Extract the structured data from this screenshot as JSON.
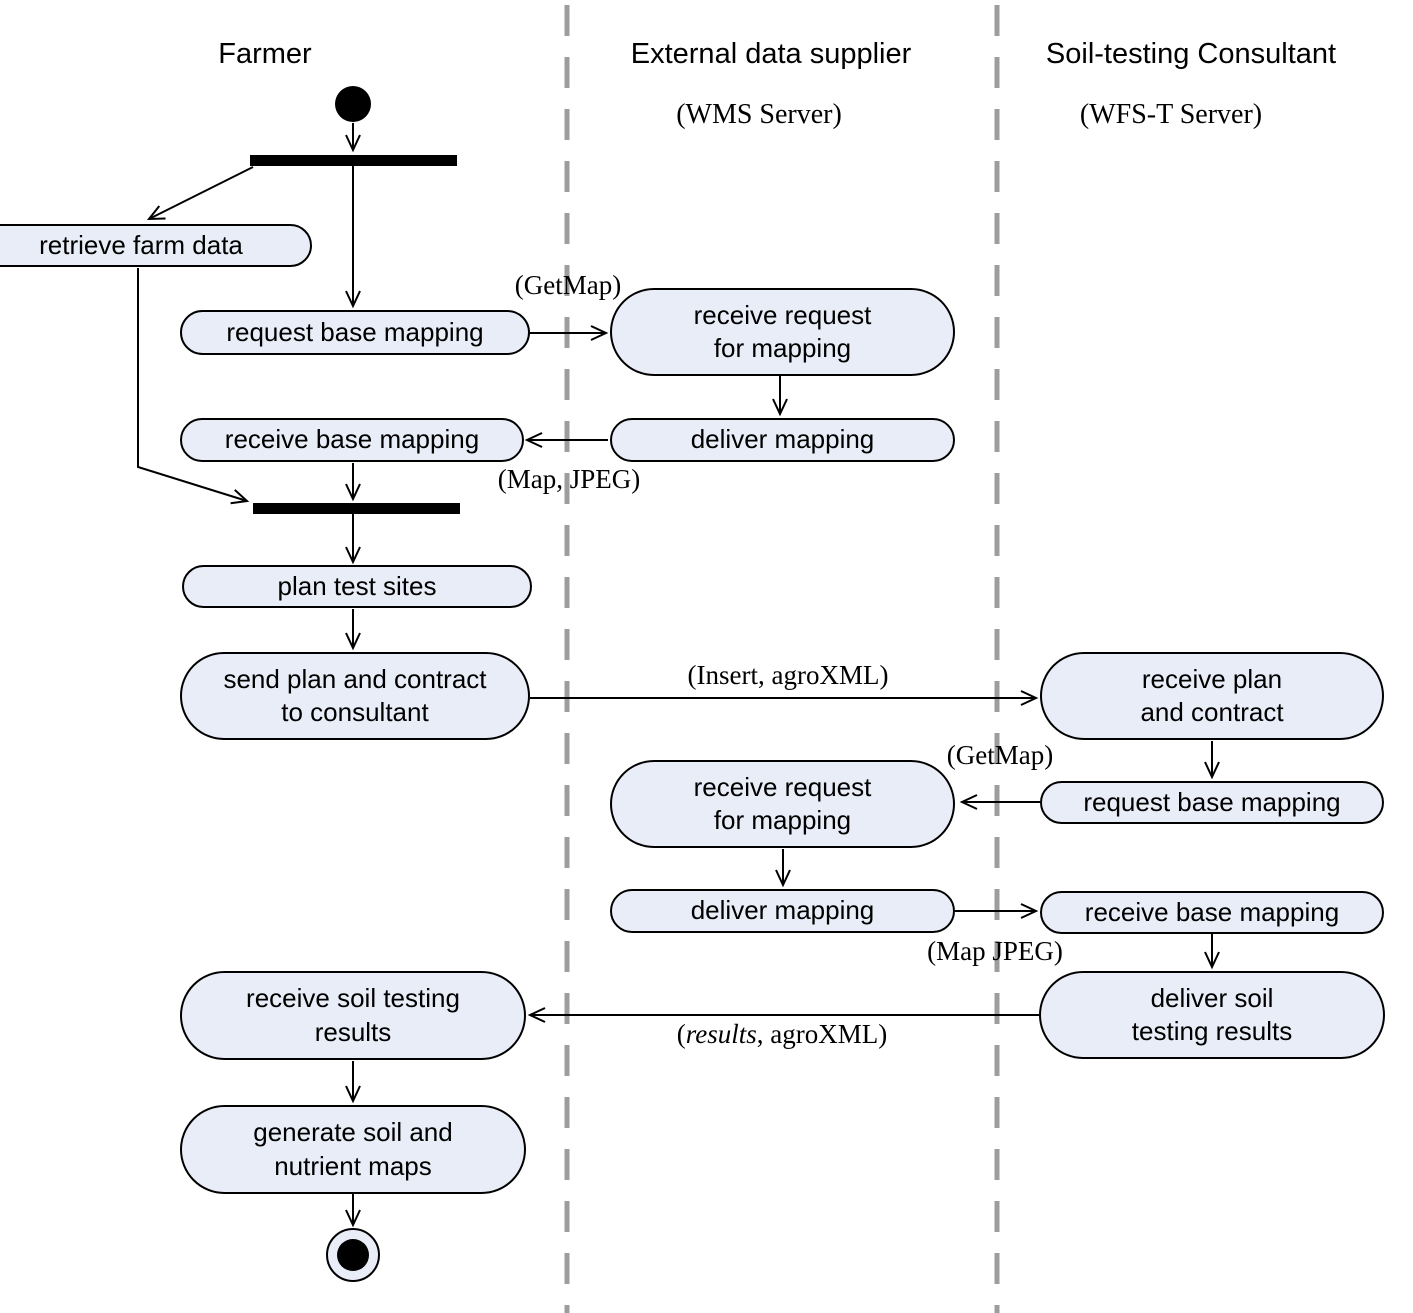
{
  "lanes": {
    "farmer": {
      "title": "Farmer"
    },
    "external": {
      "title": "External data supplier",
      "subtitle": "(WMS Server)"
    },
    "consultant": {
      "title": "Soil-testing Consultant",
      "subtitle": "(WFS-T Server)"
    }
  },
  "nodes": {
    "retrieve_farm_data": "retrieve farm data",
    "request_base_mapping_farmer": "request base mapping",
    "receive_request_for_mapping_1": "receive request\nfor mapping",
    "deliver_mapping_1": "deliver mapping",
    "receive_base_mapping_farmer": "receive base mapping",
    "plan_test_sites": "plan test sites",
    "send_plan_and_contract": "send plan and contract\nto consultant",
    "receive_plan_and_contract": "receive plan\nand contract",
    "request_base_mapping_consultant": "request base mapping",
    "receive_request_for_mapping_2": "receive request\nfor mapping",
    "deliver_mapping_2": "deliver mapping",
    "receive_base_mapping_consultant": "receive base mapping",
    "deliver_soil_testing_results": "deliver soil\ntesting results",
    "receive_soil_testing_results": "receive soil testing\nresults",
    "generate_soil_nutrient_maps": "generate soil and\nnutrient maps"
  },
  "edge_labels": {
    "getmap_1": "(GetMap)",
    "map_jpeg_1": "(Map, JPEG)",
    "insert_agroxml": "(Insert, agroXML)",
    "getmap_2": "(GetMap)",
    "map_jpeg_2": "(Map JPEG)",
    "results_prefix": "(",
    "results_italic": "results",
    "results_suffix": ", agroXML)"
  },
  "colors": {
    "activity_fill": "#e9edf7",
    "stroke": "#000000",
    "lane_divider": "#9d9d9d"
  }
}
